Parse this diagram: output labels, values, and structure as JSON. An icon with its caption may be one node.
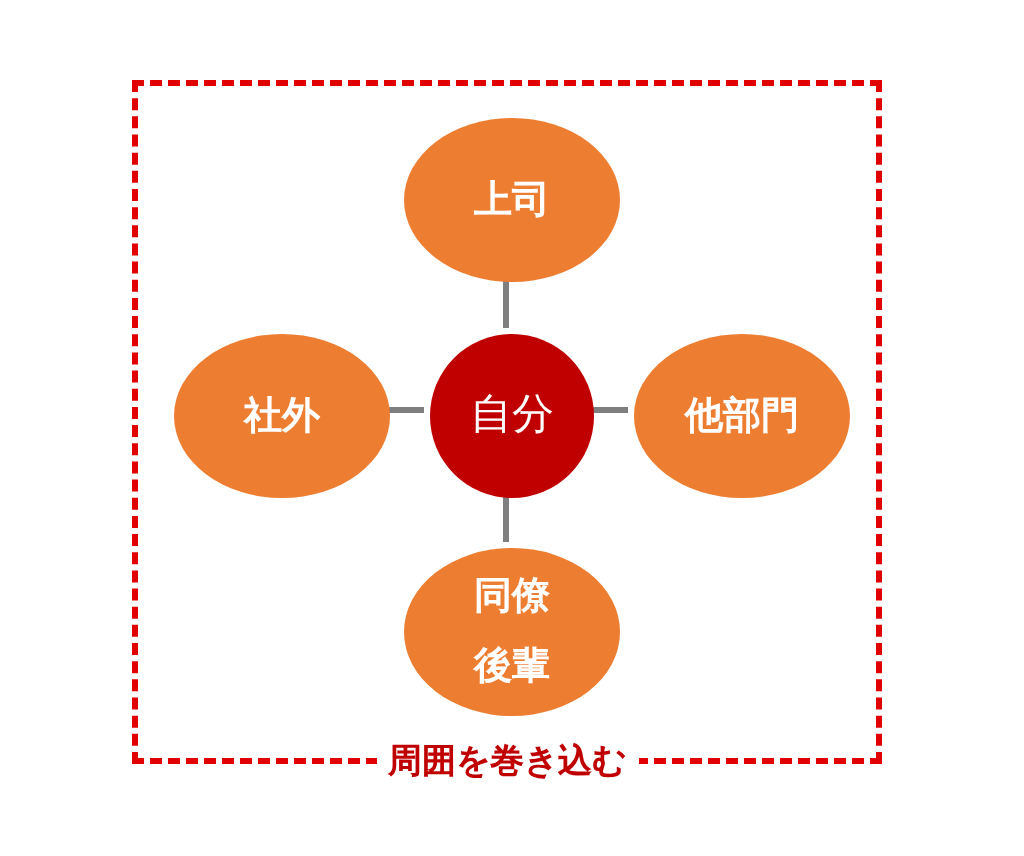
{
  "diagram": {
    "nodes": [
      {
        "text": [
          "周囲を巻き込む"
        ]
      },
      {
        "text": [
          "上司"
        ],
        "in": 0
      },
      {
        "text": [
          "社外"
        ],
        "in": 0
      },
      {
        "text": [
          "自分"
        ],
        "in": 0
      },
      {
        "text": [
          "他部門"
        ],
        "in": 0
      },
      {
        "text": [
          "同僚",
          "後輩"
        ],
        "in": 0
      }
    ],
    "edges": [
      {
        "from": 3,
        "to": 1,
        "arrow": "none"
      },
      {
        "from": 3,
        "to": 2,
        "arrow": "none"
      },
      {
        "from": 3,
        "to": 4,
        "arrow": "none"
      },
      {
        "from": 3,
        "to": 5,
        "arrow": "none"
      }
    ]
  }
}
